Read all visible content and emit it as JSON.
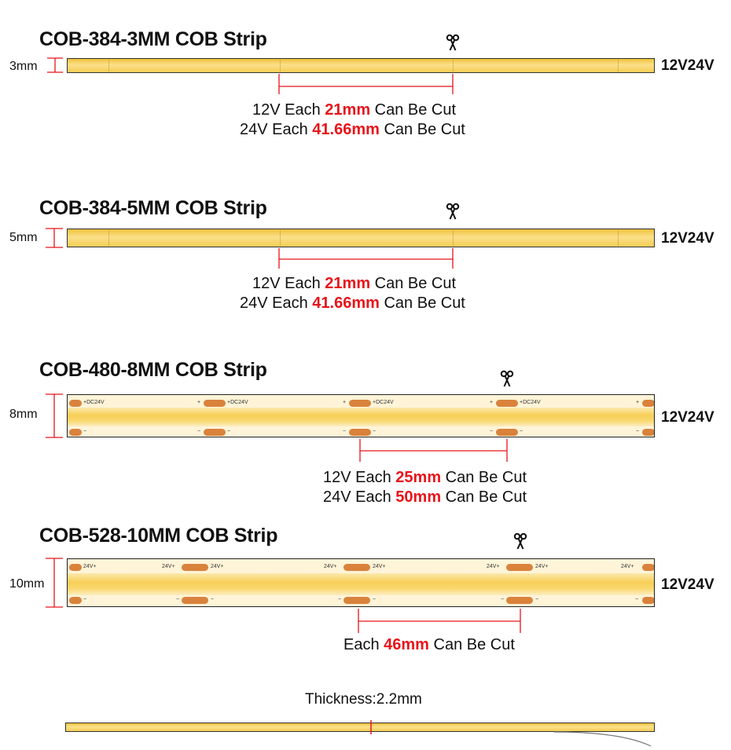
{
  "strips": [
    {
      "title": "COB-384-3MM COB Strip",
      "width_label": "3mm",
      "voltage": "12V24V",
      "cut_lines": [
        {
          "prefix": "12V Each ",
          "value": "21mm",
          "suffix": " Can Be Cut"
        },
        {
          "prefix": "24V Each ",
          "value": "41.66mm",
          "suffix": " Can Be Cut"
        }
      ]
    },
    {
      "title": "COB-384-5MM COB Strip",
      "width_label": "5mm",
      "voltage": "12V24V",
      "cut_lines": [
        {
          "prefix": "12V Each ",
          "value": "21mm",
          "suffix": " Can Be Cut"
        },
        {
          "prefix": "24V Each ",
          "value": "41.66mm",
          "suffix": " Can Be Cut"
        }
      ]
    },
    {
      "title": "COB-480-8MM COB Strip",
      "width_label": "8mm",
      "voltage": "12V24V",
      "pin_top": "DC24V",
      "pin_minus": "−",
      "pin_plus": "+",
      "cut_lines": [
        {
          "prefix": "12V Each ",
          "value": "25mm",
          "suffix": " Can Be Cut"
        },
        {
          "prefix": "24V Each ",
          "value": "50mm",
          "suffix": " Can Be Cut"
        }
      ]
    },
    {
      "title": "COB-528-10MM COB Strip",
      "width_label": "10mm",
      "voltage": "12V24V",
      "pin_top": "24V+",
      "pin_minus": "−",
      "cut_lines": [
        {
          "prefix": "Each ",
          "value": "46mm",
          "suffix": " Can Be Cut"
        }
      ]
    }
  ],
  "thickness_label": "Thickness:2.2mm",
  "icons": {
    "scissors": "scissors-icon"
  },
  "colors": {
    "accent": "#e8141a",
    "strip_yellow": "#f6cd55",
    "pad_copper": "#d9823c"
  }
}
